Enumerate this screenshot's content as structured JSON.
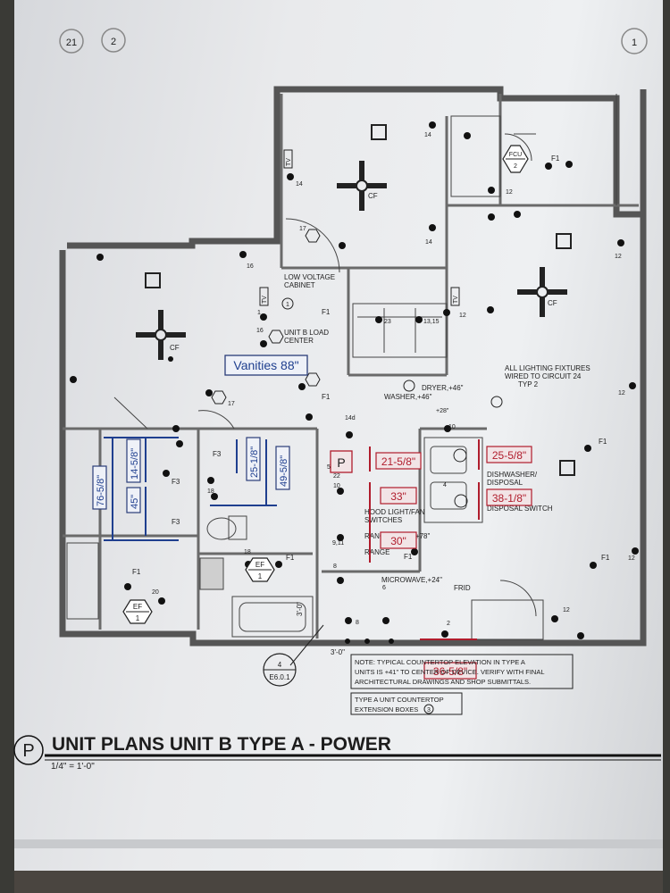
{
  "sheet_markers": {
    "left_a": "21",
    "left_b": "2",
    "right": "1"
  },
  "title": {
    "marker": "P",
    "text": "UNIT PLANS UNIT B TYPE A - POWER",
    "scale": "1/4\" = 1'-0\""
  },
  "room_labels": {
    "low_voltage": "LOW VOLTAGE",
    "cabinet": "CABINET",
    "unit_b_load": "UNIT B LOAD",
    "center": "CENTER",
    "all_lighting_1": "ALL LIGHTING FIXTURES",
    "all_lighting_2": "WIRED TO CIRCUIT 24",
    "all_lighting_3": "TYP 2",
    "fcu": "FCU",
    "fcu_num": "2"
  },
  "callouts": {
    "vanities": "Vanities 88\"",
    "dryer": "DRYER,+46\"",
    "washer": "WASHER,+46\"",
    "dishwasher": "DISHWASHER/",
    "disposal": "DISPOSAL",
    "disposal_switch": "DISPOSAL SWITCH",
    "hood_light_1": "HOOD LIGHT/FAN",
    "hood_light_2": "SWITCHES",
    "range_hood": "RANGE HOOD +78\"",
    "range": "RANGE",
    "microwave": "MICROWAVE,+24\"",
    "frid": "FRID",
    "plus28": "+28\""
  },
  "dimensions_red": {
    "d1": "21-5/8\"",
    "d2": "25-5/8\"",
    "d3": "33\"",
    "d4": "38-1/8\"",
    "d5": "30\"",
    "d6": "36-5/8\""
  },
  "dimensions_blue": {
    "d1": "14-5/8\"",
    "d2": "76-5/8\"",
    "d3": "45\"",
    "d4": "25-1/8\"",
    "d5": "49-5/8\""
  },
  "symbol_labels": {
    "cf": "CF",
    "cf_num": "1",
    "ef": "EF",
    "ef_num": "1",
    "f1": "F1",
    "f3": "F3",
    "tv": "TV",
    "p_box": "P",
    "section_top": "4",
    "section_bottom": "E6.0.1",
    "dim_3_0": "3'-0\"",
    "dim_3_0b": "3'-0\""
  },
  "circuit_numbers": [
    "14",
    "14",
    "14",
    "1",
    "16",
    "16",
    "17",
    "17",
    "18",
    "18",
    "20",
    "22",
    "23",
    "13,15",
    "10",
    "10",
    "8",
    "8",
    "9,11",
    "12",
    "12",
    "12",
    "12",
    "12",
    "12",
    "14d",
    "6",
    "2",
    "5",
    "4"
  ],
  "notes": {
    "note1_l1": "NOTE: TYPICAL COUNTERTOP ELEVATION IN TYPE A",
    "note1_l2": "UNITS IS +41\" TO CENTER OF DEVICE. VERIFY WITH FINAL",
    "note1_l3": "ARCHITECTURAL DRAWINGS AND SHOP SUBMITTALS.",
    "note2_l1": "TYPE A UNIT COUNTERTOP",
    "note2_l2": "EXTENSION BOXES",
    "note2_tag": "3"
  }
}
